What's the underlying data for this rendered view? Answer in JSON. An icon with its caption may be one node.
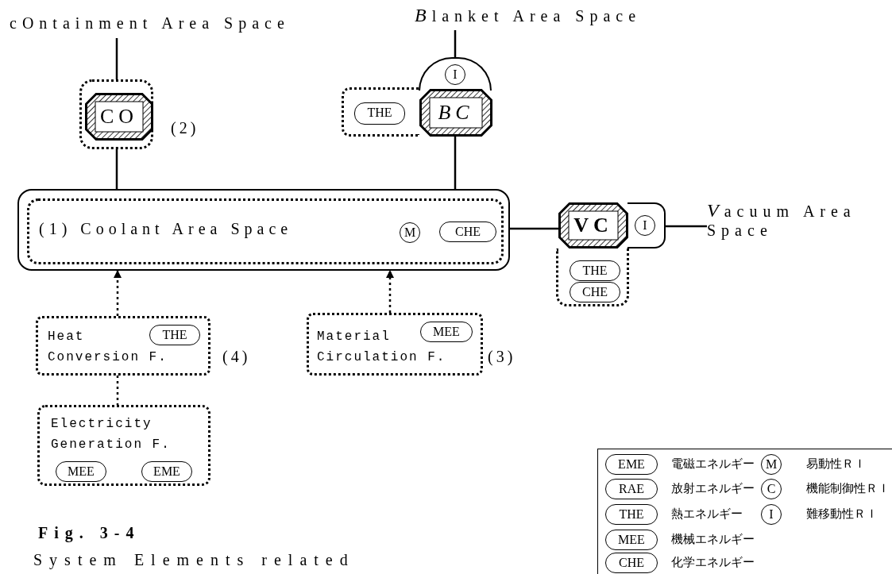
{
  "diagram": {
    "title": "Fig. 3-4",
    "caption": "System Elements related",
    "nodes": [
      {
        "text": [
          "cOntainment Area Space"
        ]
      },
      {
        "text": [],
        "shape": "box"
      },
      {
        "text": [
          "CO"
        ],
        "in": 1,
        "beside": [
          "(2)"
        ]
      },
      {
        "text": [
          "Blanket Area Space"
        ]
      },
      {
        "text": [],
        "shape": "box"
      },
      {
        "text": [
          "THE"
        ],
        "in": 4
      },
      {
        "text": [
          "I"
        ]
      },
      {
        "text": [
          "BC"
        ]
      },
      {
        "text": [],
        "shape": "box"
      },
      {
        "text": [
          "(1) Coolant Area Space",
          "M",
          "CHE"
        ],
        "in": 8
      },
      {
        "text": [
          "I"
        ]
      },
      {
        "text": [
          "THE",
          "CHE"
        ]
      },
      {
        "text": [
          "VC"
        ]
      },
      {
        "text": [
          "Vacuum Area Space"
        ]
      },
      {
        "text": [
          "Heat Conversion F.",
          "THE"
        ],
        "beside": [
          "(4)"
        ]
      },
      {
        "text": [
          "Material Circulation F.",
          "MEE"
        ],
        "beside": [
          "(3)"
        ]
      },
      {
        "text": [
          "Electricity Generation F.",
          "MEE",
          "EME"
        ]
      },
      {
        "text": [
          "EME"
        ]
      },
      {
        "text": [
          "M"
        ]
      },
      {
        "text": [
          "RAE"
        ]
      },
      {
        "text": [
          "C"
        ]
      },
      {
        "text": [
          "THE"
        ]
      },
      {
        "text": [
          "I"
        ]
      },
      {
        "text": [
          "MEE"
        ]
      },
      {
        "text": [
          "CHE"
        ]
      }
    ],
    "edges": [
      {
        "from": 0,
        "to": 1,
        "arrow": "none"
      },
      {
        "from": 1,
        "to": 8,
        "arrow": "none"
      },
      {
        "from": 3,
        "to": 6,
        "arrow": "none"
      },
      {
        "from": 7,
        "to": 8,
        "arrow": "none"
      },
      {
        "from": 8,
        "to": 12,
        "arrow": "none"
      },
      {
        "from": 10,
        "to": 13,
        "arrow": "none"
      },
      {
        "from": 14,
        "to": 8,
        "arrow": "to",
        "style": "dashed"
      },
      {
        "from": 15,
        "to": 8,
        "arrow": "to",
        "style": "dashed"
      },
      {
        "from": 14,
        "to": 16,
        "arrow": "none",
        "style": "dashed"
      }
    ],
    "legend": [
      {
        "text": "電磁エネルギー"
      },
      {
        "text": "易動性ＲＩ"
      },
      {
        "text": "放射エネルギー"
      },
      {
        "text": "機能制御性ＲＩ"
      },
      {
        "text": "熱エネルギー"
      },
      {
        "text": "難移動性ＲＩ"
      },
      {
        "text": "機械エネルギー"
      },
      {
        "text": "化学エネルギー"
      }
    ]
  }
}
